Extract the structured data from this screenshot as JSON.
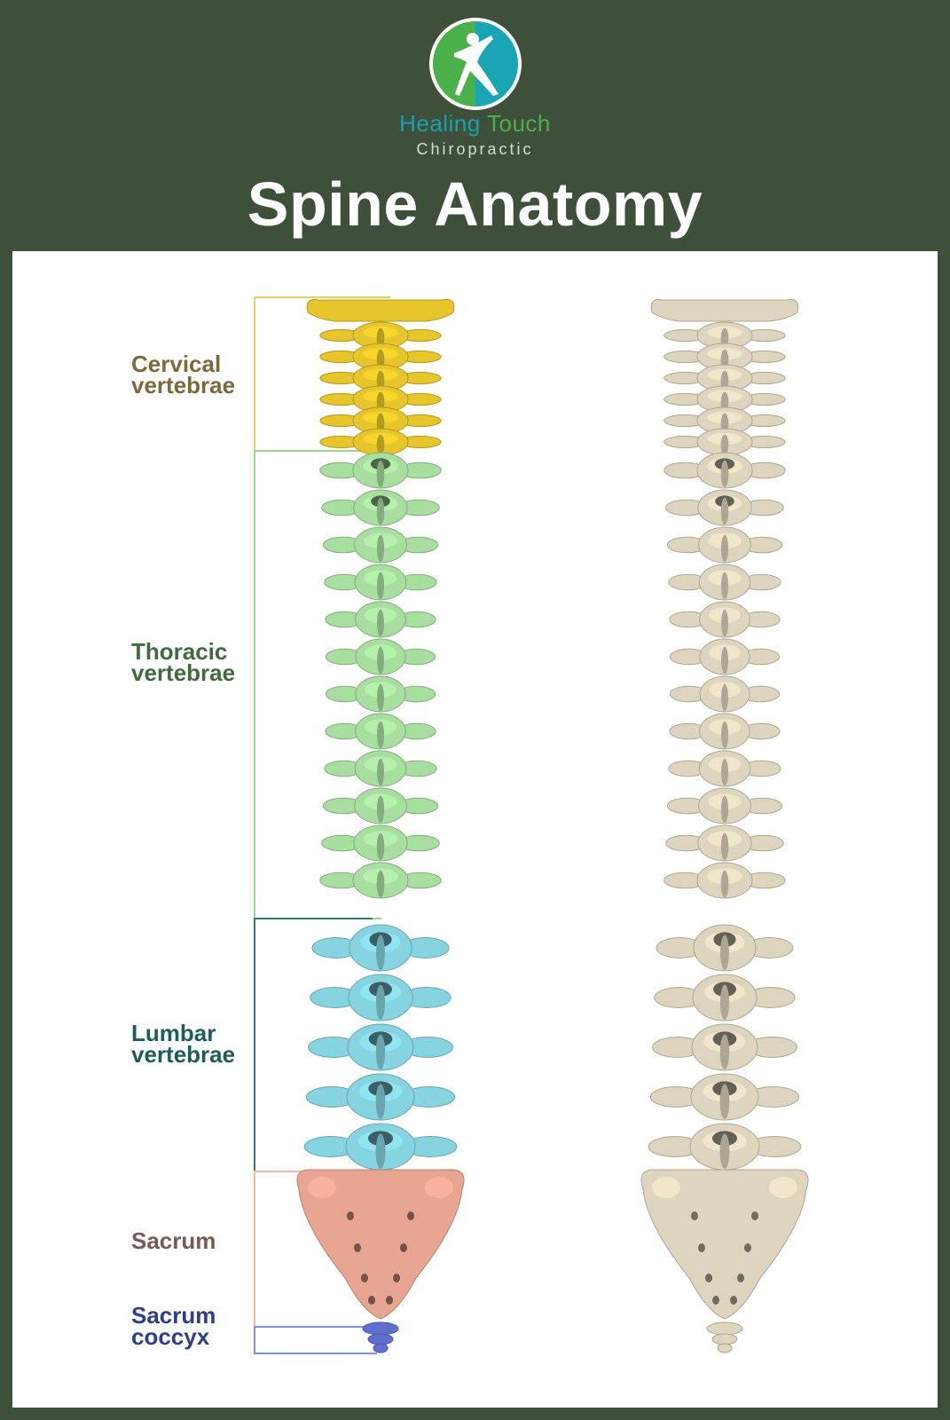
{
  "brand": {
    "name_part1": "Healing",
    "name_part2": "Touch",
    "subtitle": "Chiropractic"
  },
  "title": "Spine Anatomy",
  "regions": [
    {
      "line1": "Cervical",
      "line2": "vertebrae",
      "label_color": "#7a6a3c",
      "bone_color": "#e6c62a",
      "bracket_color": "#e0cf63"
    },
    {
      "line1": "Thoracic",
      "line2": "vertebrae",
      "label_color": "#3f6b3f",
      "bone_color": "#a8dea0",
      "bracket_color": "#9fd48f"
    },
    {
      "line1": "Lumbar",
      "line2": "vertebrae",
      "label_color": "#1f5c5a",
      "bone_color": "#86d4e0",
      "bracket_color": "#2e7d6e"
    },
    {
      "line1": "Sacrum",
      "line2": "",
      "label_color": "#7a5a52",
      "bone_color": "#e7a592",
      "bracket_color": "#efb9a4"
    },
    {
      "line1": "Sacrum",
      "line2": "coccyx",
      "label_color": "#2d3f86",
      "bone_color": "#5f6fcf",
      "bracket_color": "#7f92d8"
    }
  ],
  "natural_bone_color": "#ddd5bd"
}
